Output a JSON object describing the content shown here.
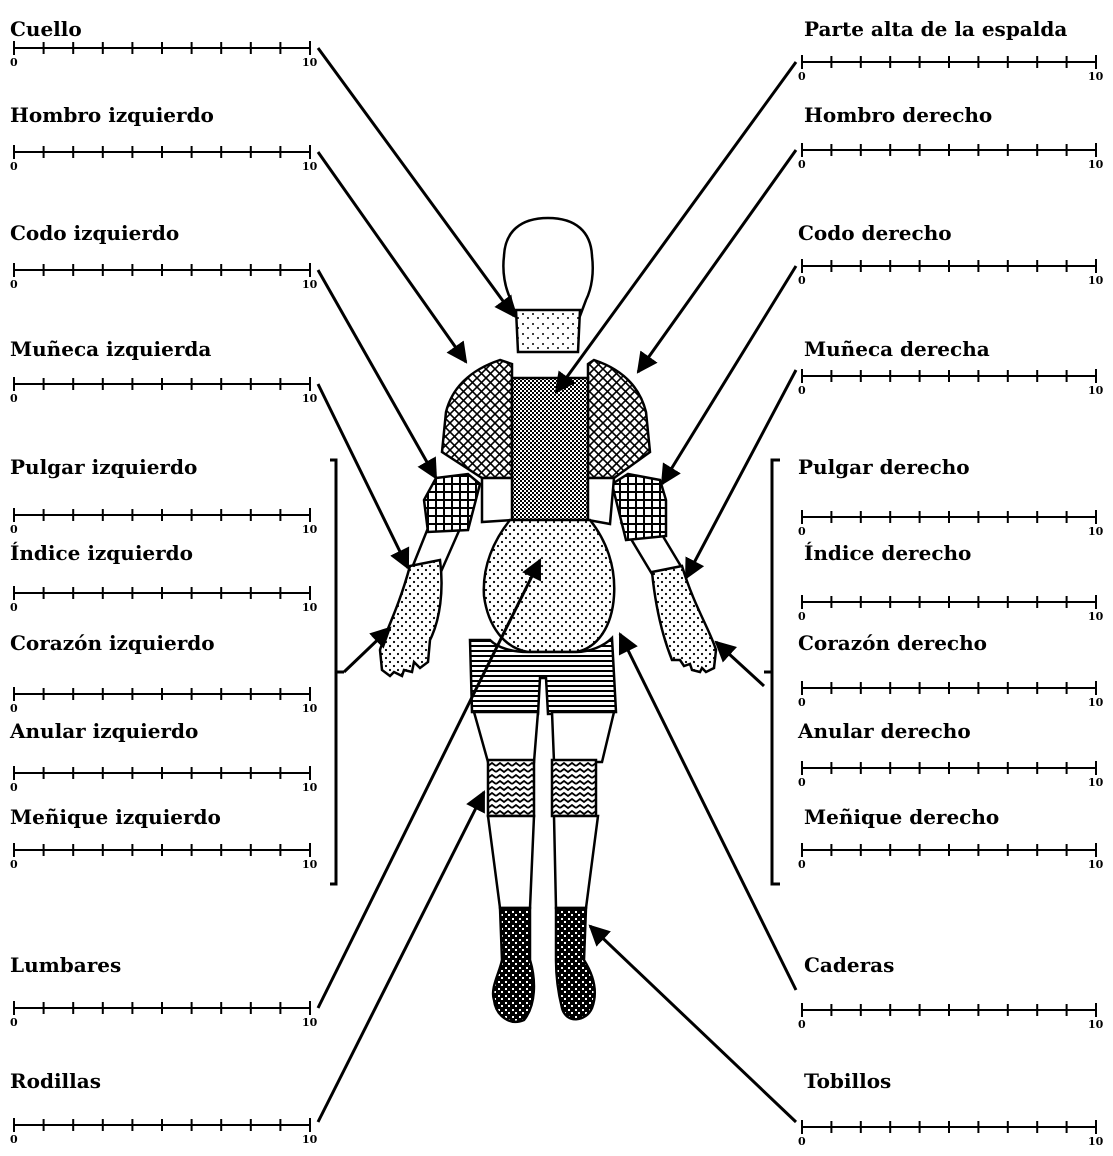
{
  "scale": {
    "min_label": "0",
    "max_label": "10",
    "min": 0,
    "max": 10,
    "ticks": 11
  },
  "colors": {
    "ink": "#000000",
    "paper": "#ffffff"
  },
  "left_labels": {
    "cuello": "Cuello",
    "hombro": "Hombro izquierdo",
    "codo": "Codo izquierdo",
    "muneca": "Muñeca izquierda",
    "pulgar": "Pulgar izquierdo",
    "indice": "Índice izquierdo",
    "corazon": "Corazón izquierdo",
    "anular": "Anular izquierdo",
    "menique": "Meñique izquierdo",
    "lumbares": "Lumbares",
    "rodillas": "Rodillas"
  },
  "right_labels": {
    "espalda": "Parte alta de la espalda",
    "hombro": "Hombro derecho",
    "codo": "Codo derecho",
    "muneca": "Muñeca derecha",
    "pulgar": "Pulgar derecho",
    "indice": "Índice derecho",
    "corazon": "Corazón derecho",
    "anular": "Anular derecho",
    "menique": "Meñique derecho",
    "caderas": "Caderas",
    "tobillos": "Tobillos"
  }
}
